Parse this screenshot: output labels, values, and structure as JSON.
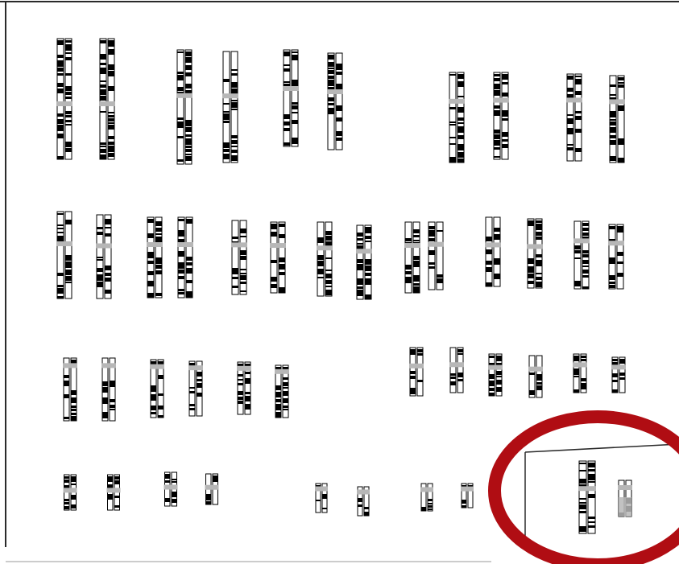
{
  "figure": {
    "type": "karyotype",
    "chromosome_pairs_autosomal": 22,
    "sex_chromosomes_shown": [
      "X",
      "Y"
    ],
    "highlight": {
      "shape": "ellipse",
      "color": "#b00d13",
      "encircles": "sex chromosomes"
    },
    "colors": {
      "band_dark": "#000000",
      "band_light": "#ffffff",
      "centromere": "#b7b7b7",
      "frame_line": "#2a2a2a"
    }
  }
}
